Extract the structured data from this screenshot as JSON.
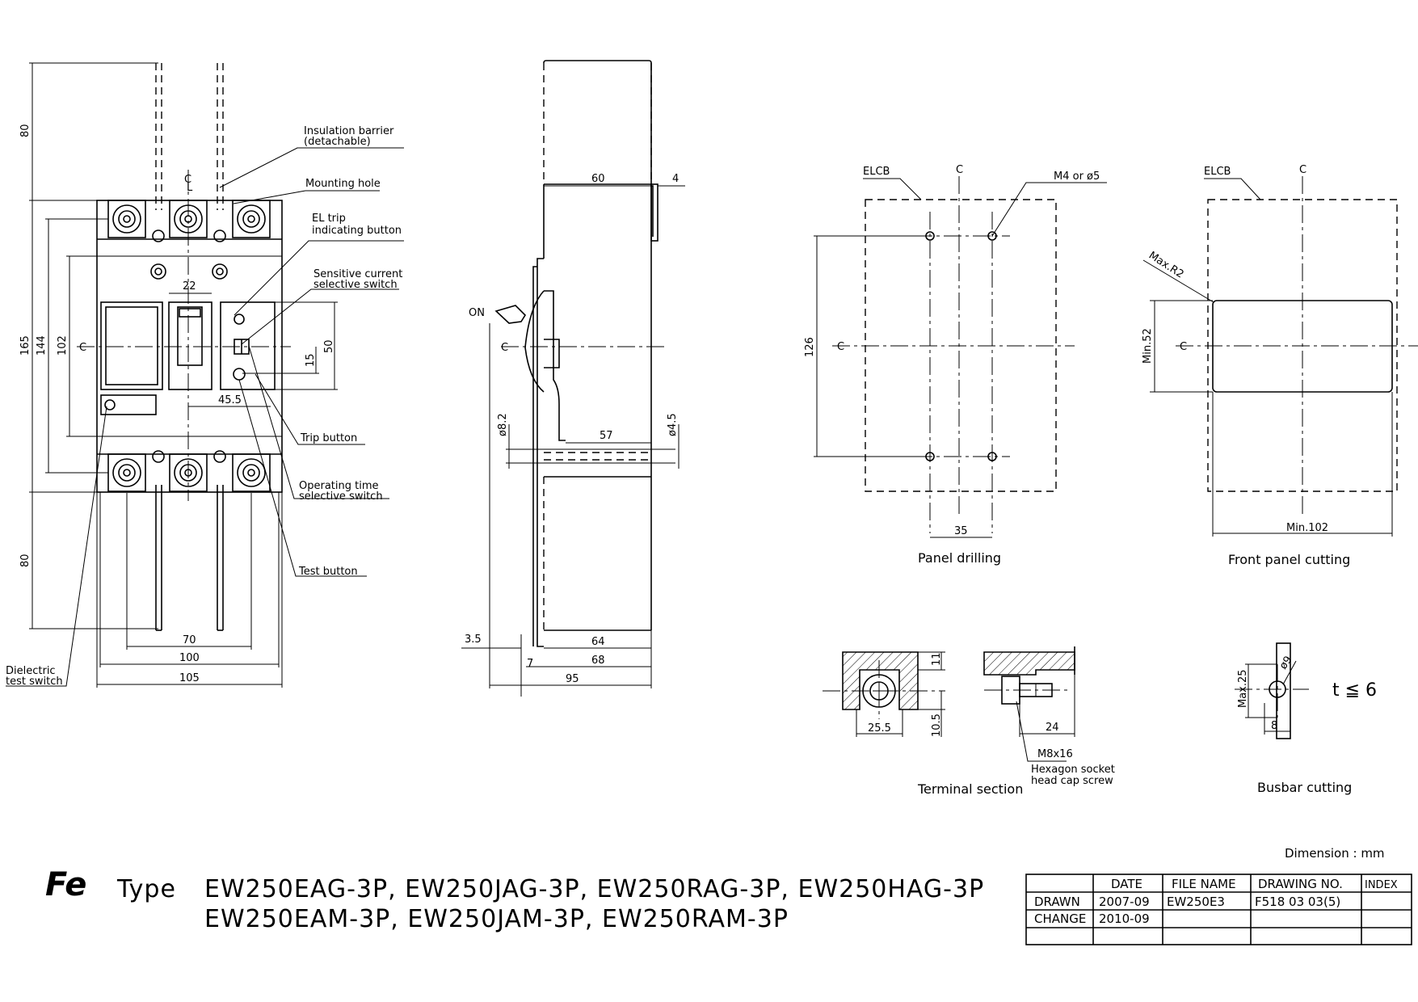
{
  "callouts": {
    "insulation_barrier": [
      "Insulation barrier",
      "(detachable)"
    ],
    "mounting_hole": "Mounting hole",
    "el_trip": [
      "EL trip",
      "indicating button"
    ],
    "sensitive_switch": [
      "Sensitive current",
      "selective switch"
    ],
    "trip_button": "Trip button",
    "operating_switch": [
      "Operating time",
      "selective switch"
    ],
    "test_button": "Test button",
    "dielectric_switch": [
      "Dielectric",
      "test switch"
    ]
  },
  "front_dims": {
    "d80_top": "80",
    "d165": "165",
    "d144": "144",
    "d102": "102",
    "d22": "22",
    "d50": "50",
    "d15": "15",
    "d45_5": "45.5",
    "d80_bottom": "80",
    "d70": "70",
    "d100": "100",
    "d105": "105"
  },
  "side": {
    "on_label": "ON",
    "d60": "60",
    "d4": "4",
    "d57": "57",
    "d8_2": "ø8.2",
    "d4_5": "ø4.5",
    "d3_5": "3.5",
    "d7": "7",
    "d64": "64",
    "d68": "68",
    "d95": "95"
  },
  "center_mark": "C",
  "center_sub": "L",
  "panel_drilling": {
    "elcb": "ELCB",
    "hole": "M4 or ø5",
    "d126": "126",
    "d35": "35",
    "caption": "Panel drilling"
  },
  "front_cutting": {
    "elcb": "ELCB",
    "radius": "Max.R2",
    "min52": "Min.52",
    "min102": "Min.102",
    "caption": "Front panel cutting"
  },
  "terminal": {
    "d11": "11",
    "d25_5": "25.5",
    "d10_5": "10.5",
    "d24": "24",
    "screw": "M8x16",
    "screw_desc": [
      "Hexagon socket",
      "head cap screw"
    ],
    "caption": "Terminal section"
  },
  "busbar": {
    "d9": "ø9",
    "max25": "Max.25",
    "d8": "8",
    "thickness": "t ≦ 6",
    "caption": "Busbar cutting"
  },
  "dimension_unit": "Dimension : mm",
  "brand": "Fe",
  "type_label": "Type",
  "models_line1": "EW250EAG-3P, EW250JAG-3P, EW250RAG-3P, EW250HAG-3P",
  "models_line2": "EW250EAM-3P, EW250JAM-3P, EW250RAM-3P",
  "title_block": {
    "headers": [
      "",
      "DATE",
      "FILE NAME",
      "DRAWING NO.",
      "INDEX"
    ],
    "rows": [
      [
        "DRAWN",
        "2007-09",
        "EW250E3",
        "F518 03 03(5)",
        ""
      ],
      [
        "CHANGE",
        "2010-09",
        "",
        "",
        ""
      ],
      [
        "",
        "",
        "",
        "",
        ""
      ]
    ]
  }
}
